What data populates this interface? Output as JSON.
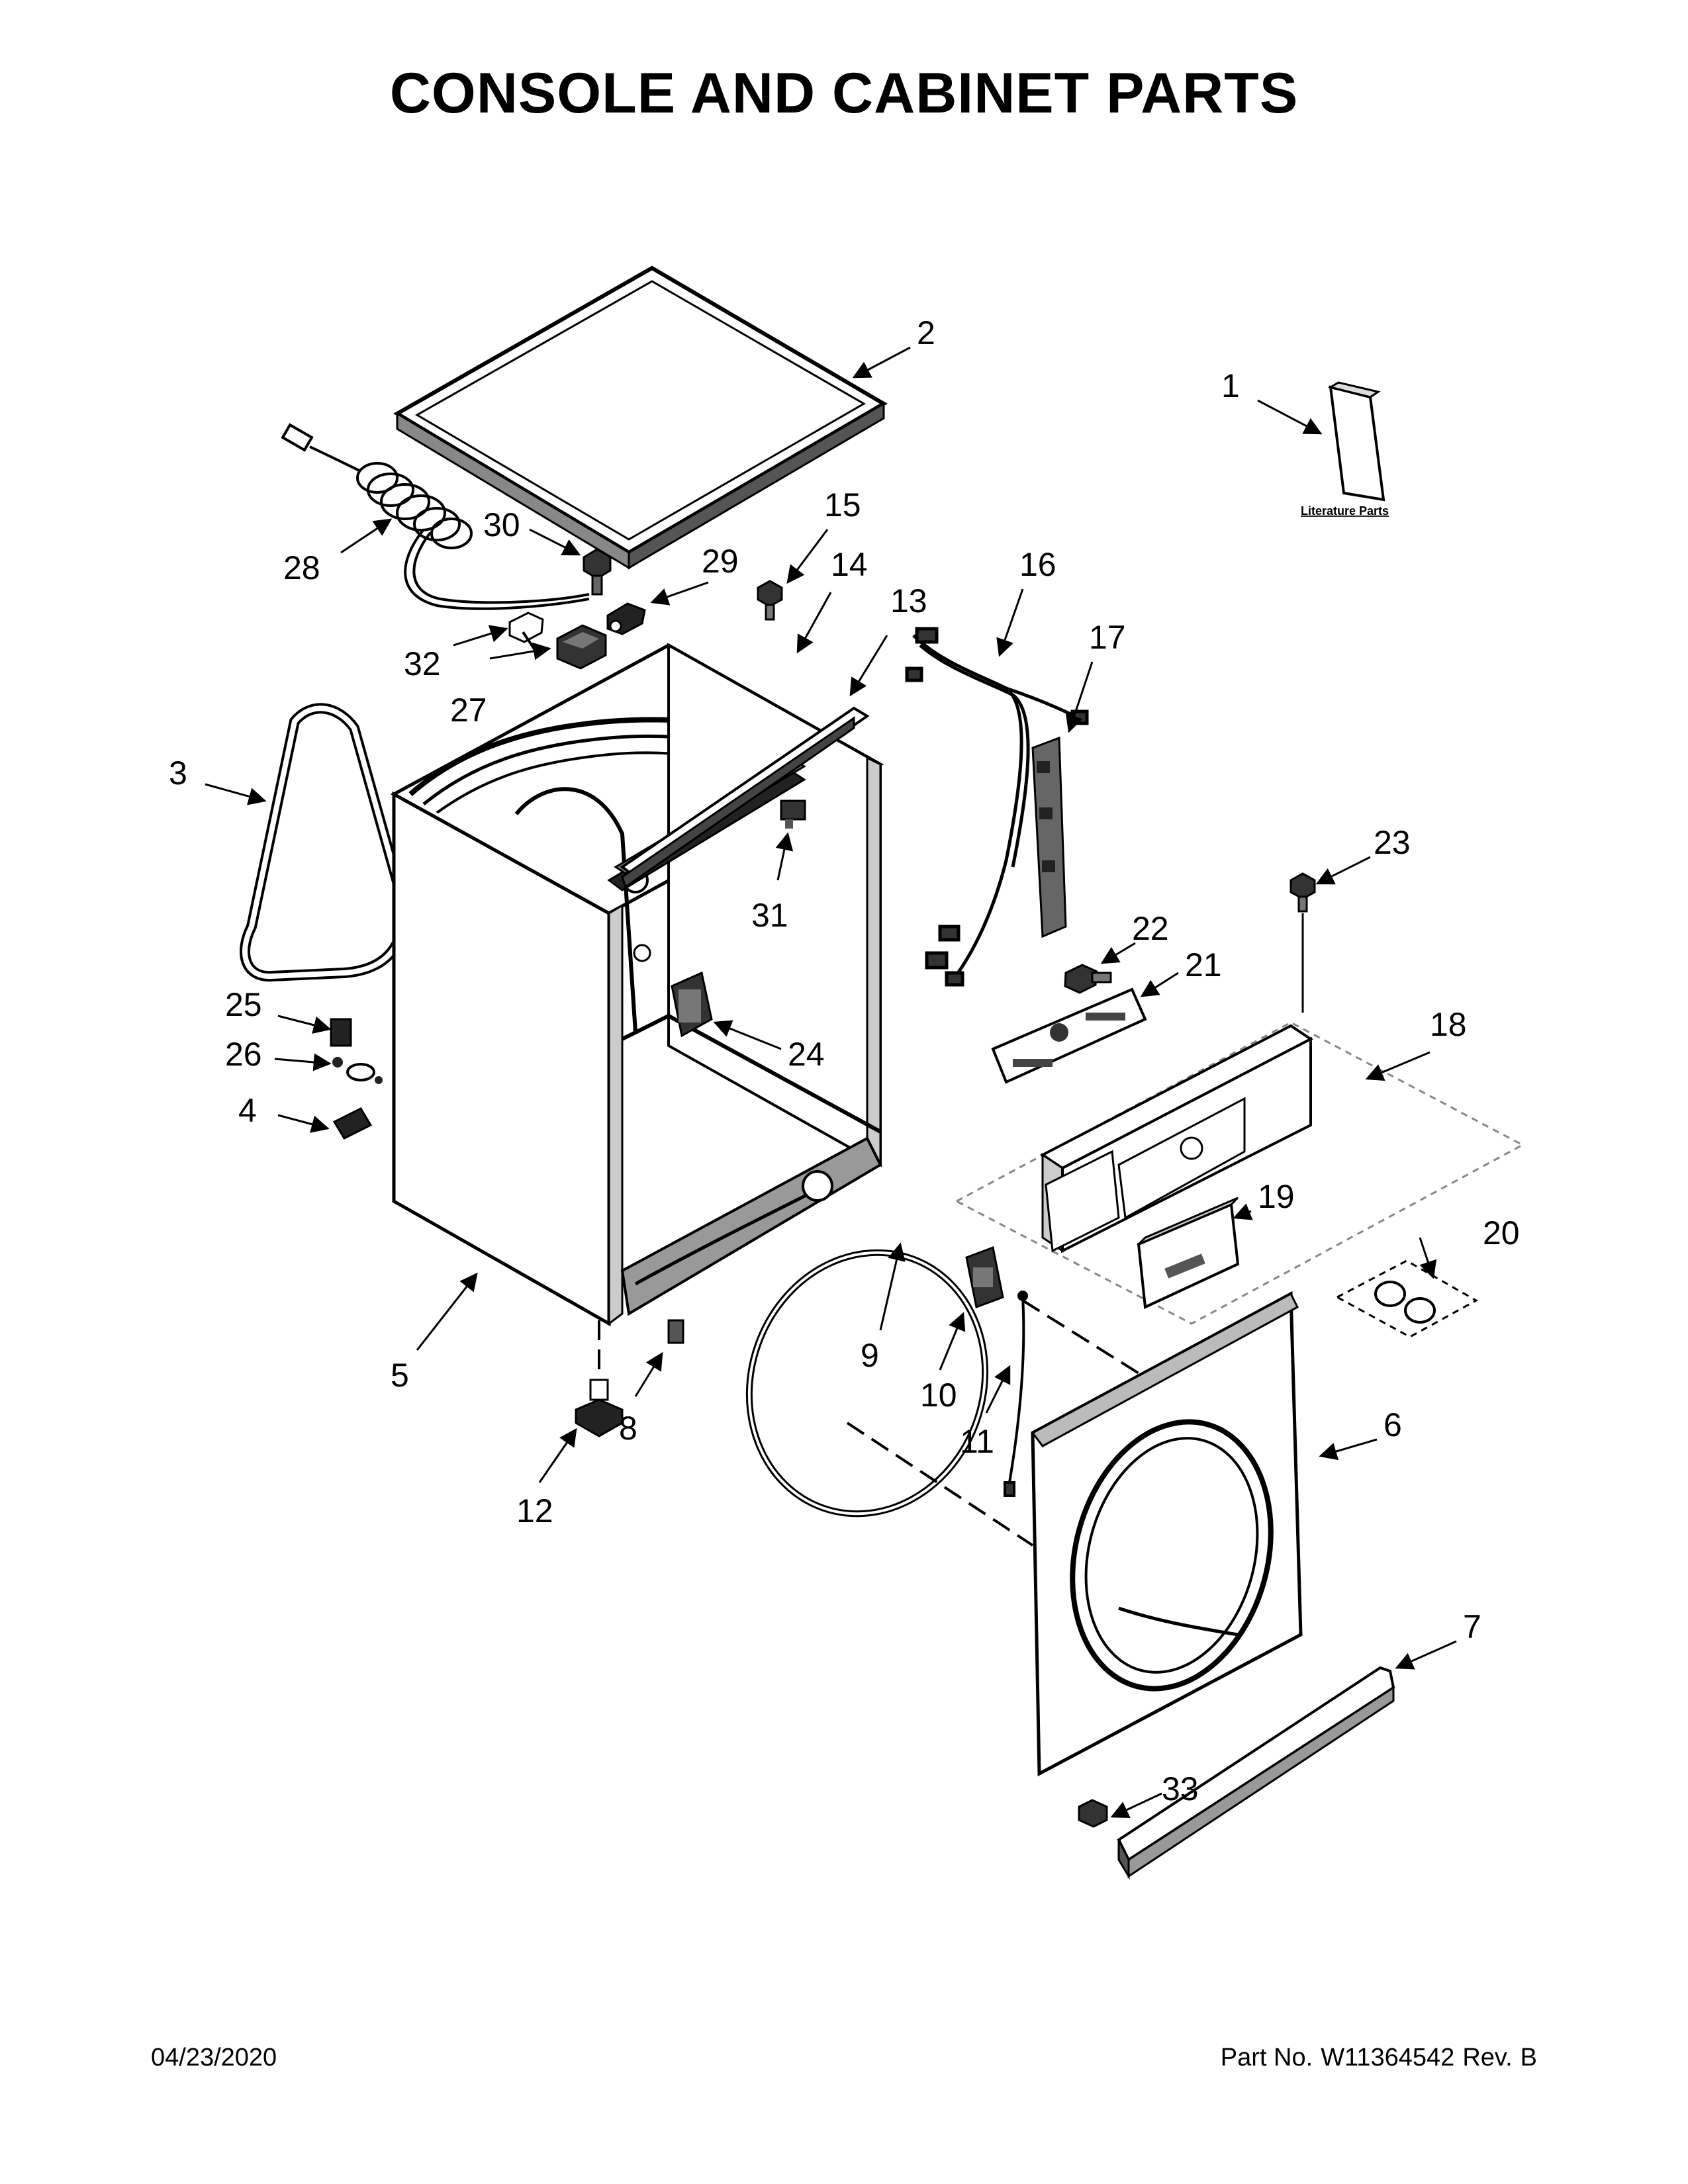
{
  "title": "CONSOLE AND CABINET PARTS",
  "footer": {
    "date": "04/23/2020",
    "part_no_label": "Part No.",
    "part_no": "W11364542",
    "rev_label": "Rev.",
    "rev": "B"
  },
  "literature_label": "Literature Parts",
  "callouts": [
    "1",
    "2",
    "3",
    "4",
    "5",
    "6",
    "7",
    "8",
    "9",
    "10",
    "11",
    "12",
    "13",
    "14",
    "15",
    "16",
    "17",
    "18",
    "19",
    "20",
    "21",
    "22",
    "23",
    "24",
    "25",
    "26",
    "27",
    "28",
    "29",
    "30",
    "31",
    "32",
    "33"
  ],
  "colors": {
    "line": "#000000",
    "fill_light": "#ffffff",
    "fill_gray": "#cfcfcf",
    "fill_dark": "#444444"
  }
}
